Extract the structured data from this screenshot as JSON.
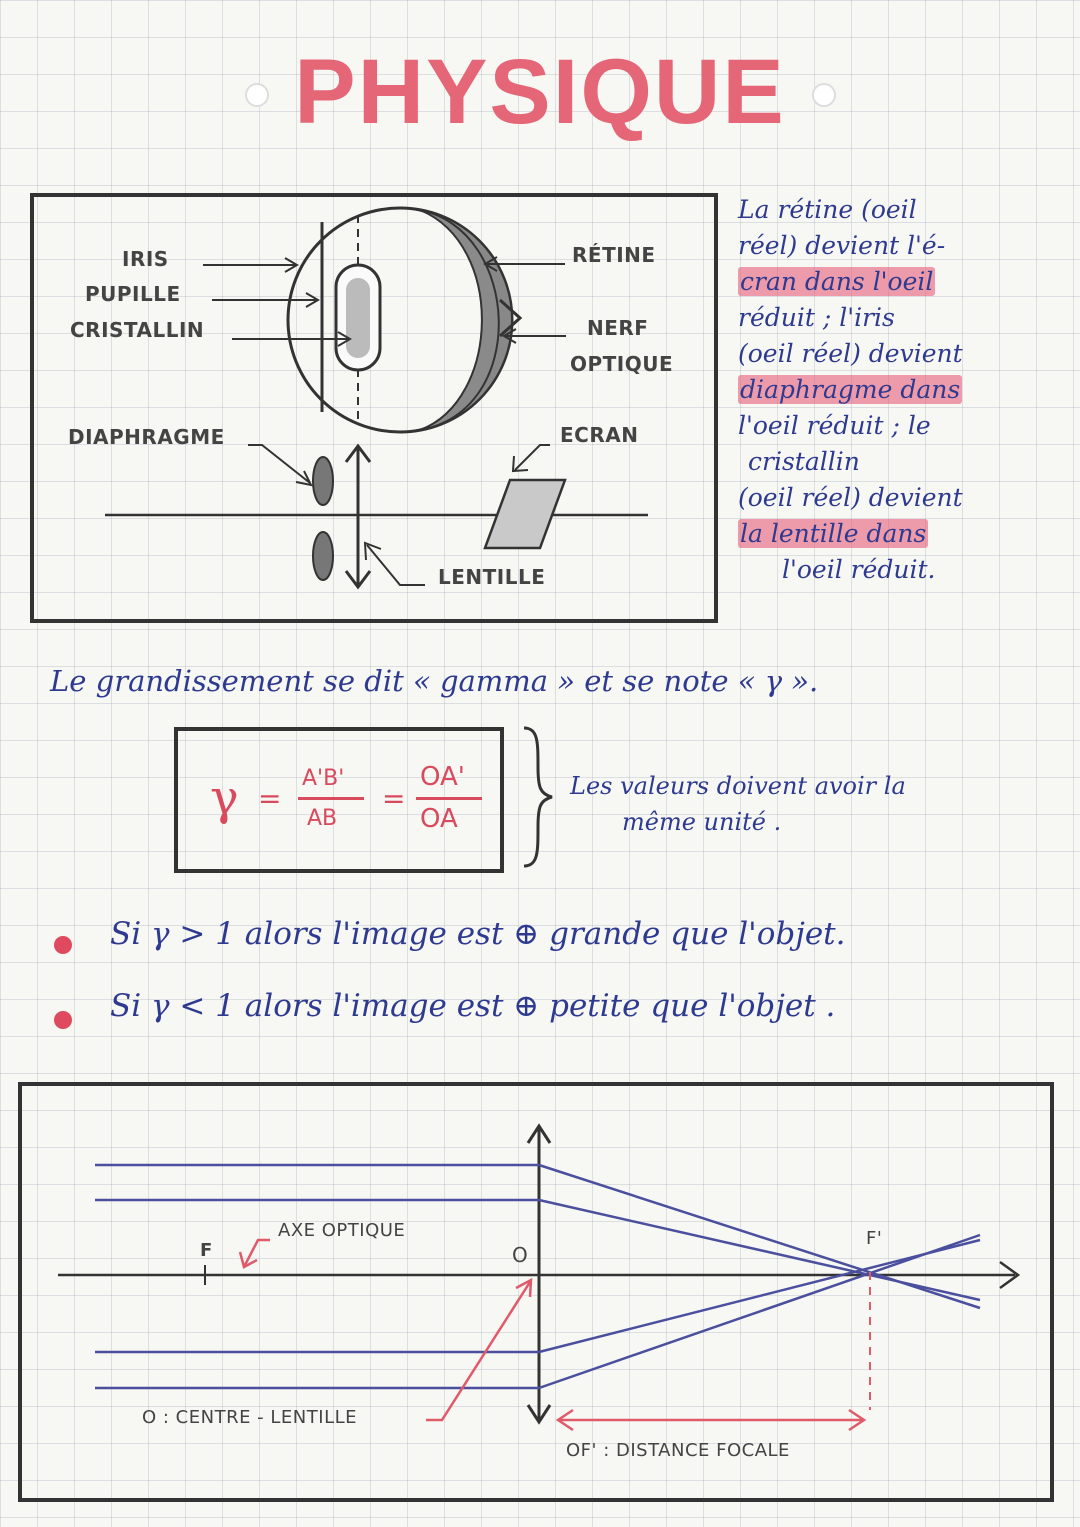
{
  "title": "PHYSIQUE",
  "eye_diagram": {
    "labels": {
      "iris": "IRIS",
      "pupille": "PUPILLE",
      "cristallin": "CRISTALLIN",
      "retine": "RÉTINE",
      "nerf": "NERF",
      "optique": "OPTIQUE",
      "diaphragme": "DIAPHRAGME",
      "ecran": "ECRAN",
      "lentille": "LENTILLE"
    }
  },
  "side_note": {
    "lines": [
      "La rétine (oeil",
      "réel) devient l'é-",
      "cran dans l'oeil",
      "réduit ; l'iris",
      "(oeil réel) devient",
      "diaphragme dans",
      "l'oeil réduit ; le",
      "cristallin",
      "(oeil réel) devient",
      "la lentille dans",
      "l'oeil réduit."
    ]
  },
  "gamma_sentence": "Le grandissement se dit « gamma » et se note « γ ».",
  "formula": {
    "gamma": "γ",
    "eq": "=",
    "num1": "A'B'",
    "den1": "AB",
    "num2": "OA'",
    "den2": "OA",
    "note_line1": "Les valeurs doivent avoir la",
    "note_line2": "même unité ."
  },
  "rules": [
    {
      "text": "Si γ > 1  alors l'image est ⊕ grande que l'objet."
    },
    {
      "text": "Si γ < 1  alors l'image est ⊕ petite que l'objet ."
    }
  ],
  "lens_diagram": {
    "labels": {
      "f": "F",
      "axe": "AXE OPTIQUE",
      "o": "O",
      "fprime": "F'",
      "centre": "O : CENTRE - LENTILLE",
      "focal": "OF' : DISTANCE FOCALE"
    }
  },
  "colors": {
    "title": "#e56777",
    "ink_blue": "#2e3a8f",
    "ink_red": "#d84a5c",
    "lens_ray": "#4a4f9e",
    "dashed_red": "#e05a6a"
  }
}
